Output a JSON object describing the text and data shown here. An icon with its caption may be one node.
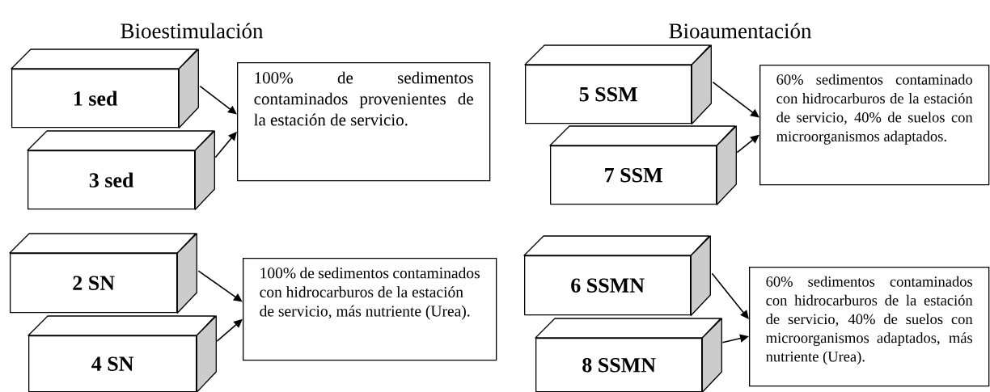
{
  "diagram": {
    "nodes": [
      {
        "text": [
          "1 sed"
        ]
      },
      {
        "text": [
          "3 sed"
        ]
      },
      {
        "text": [
          "100% de sedimentos contaminados provenientes de la estación de servicio."
        ]
      },
      {
        "text": [
          "5 SSM"
        ]
      },
      {
        "text": [
          "7 SSM"
        ]
      },
      {
        "text": [
          "60% sedimentos contaminado con hidrocarburos de la estación de servicio, 40% de suelos con microorganismos adaptados."
        ]
      },
      {
        "text": [
          "2 SN"
        ]
      },
      {
        "text": [
          "4 SN"
        ]
      },
      {
        "text": [
          "100% de sedimentos contaminados con hidrocarburos de la estación de servicio, más nutriente (Urea)."
        ]
      },
      {
        "text": [
          "6 SSMN"
        ]
      },
      {
        "text": [
          "8 SSMN"
        ]
      },
      {
        "text": [
          "60% sedimentos contaminados con hidrocarburos de la estación de servicio, 40% de suelos con microorganismos adaptados, más nutriente (Urea)."
        ]
      }
    ],
    "edges": [
      {
        "from": 0,
        "to": 2,
        "arrow": "to"
      },
      {
        "from": 1,
        "to": 2,
        "arrow": "to"
      },
      {
        "from": 3,
        "to": 5,
        "arrow": "to"
      },
      {
        "from": 4,
        "to": 5,
        "arrow": "to"
      },
      {
        "from": 6,
        "to": 8,
        "arrow": "to"
      },
      {
        "from": 7,
        "to": 8,
        "arrow": "to"
      },
      {
        "from": 9,
        "to": 11,
        "arrow": "to"
      },
      {
        "from": 10,
        "to": 11,
        "arrow": "to"
      }
    ],
    "labels": [
      "Bioestimulación",
      "Bioaumentación"
    ]
  }
}
